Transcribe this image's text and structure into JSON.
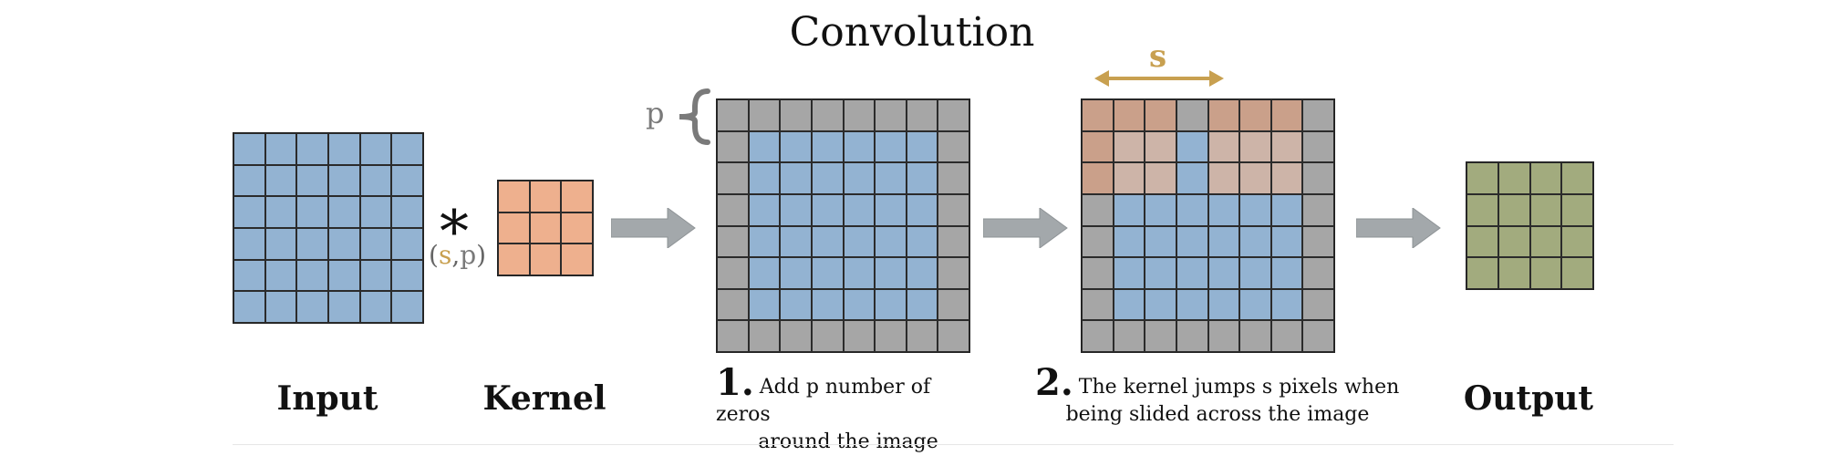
{
  "title": "Convolution",
  "labels": {
    "input": "Input",
    "kernel": "Kernel",
    "output": "Output"
  },
  "operator": {
    "symbol": "*",
    "open": "(",
    "s": "s",
    "comma": ",",
    "p": "p",
    "close": ")"
  },
  "padding_label": "p",
  "stride_label": "s",
  "steps": [
    {
      "number": "1.",
      "line1": "Add p number of zeros",
      "line2": "around the image"
    },
    {
      "number": "2.",
      "line1": "The kernel jumps s pixels when",
      "line2": "being slided across the image"
    }
  ],
  "grids": {
    "input": {
      "rows": 6,
      "cols": 6
    },
    "kernel": {
      "rows": 3,
      "cols": 3
    },
    "padded": {
      "rows": 8,
      "cols": 8,
      "padding": 1
    },
    "strided": {
      "rows": 8,
      "cols": 8,
      "padding": 1,
      "kernel_size": 3,
      "stride": 4
    },
    "output": {
      "rows": 4,
      "cols": 4
    }
  },
  "colors": {
    "input": "#93b3d2",
    "kernel": "#eeb08e",
    "padding": "#a6a6a6",
    "kernel_on_padding": "#caa08a",
    "kernel_on_input": "#cdb4a8",
    "output": "#a2ab7e",
    "arrow": "#a3a8ab",
    "stride": "#c8a050",
    "brace": "#7a7a7a"
  }
}
